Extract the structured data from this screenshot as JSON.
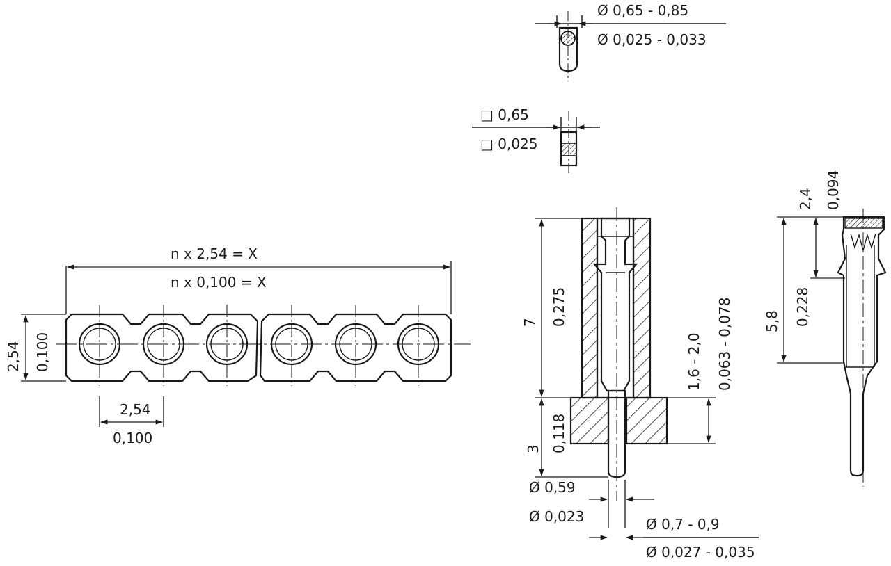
{
  "strip": {
    "pitch_mm": "n x 2,54  = X",
    "pitch_inch": "n x 0,100 = X",
    "height_mm": "2,54",
    "height_inch": "0,100",
    "spacing_mm": "2,54",
    "spacing_inch": "0,100",
    "hole_count": 6
  },
  "round_pin": {
    "dia_mm": "Ø 0,65 - 0,85",
    "dia_inch": "Ø 0,025 - 0,033"
  },
  "square_pin": {
    "size_mm": "□ 0,65",
    "size_inch": "□ 0,025"
  },
  "socket_section": {
    "height_mm": "7",
    "height_inch": "0,275",
    "board_mm": "1,6 - 2,0",
    "board_inch": "0,063 - 0,078",
    "tail_mm": "3",
    "tail_inch": "0,118",
    "tail_dia_mm": "Ø 0,59",
    "tail_dia_inch": "Ø 0,023",
    "hole_dia_mm": "Ø 0,7 - 0,9",
    "hole_dia_inch": "Ø 0,027 - 0,035"
  },
  "contact": {
    "top_mm": "2,4",
    "top_inch": "0,094",
    "body_mm": "5,8",
    "body_inch": "0,228"
  }
}
